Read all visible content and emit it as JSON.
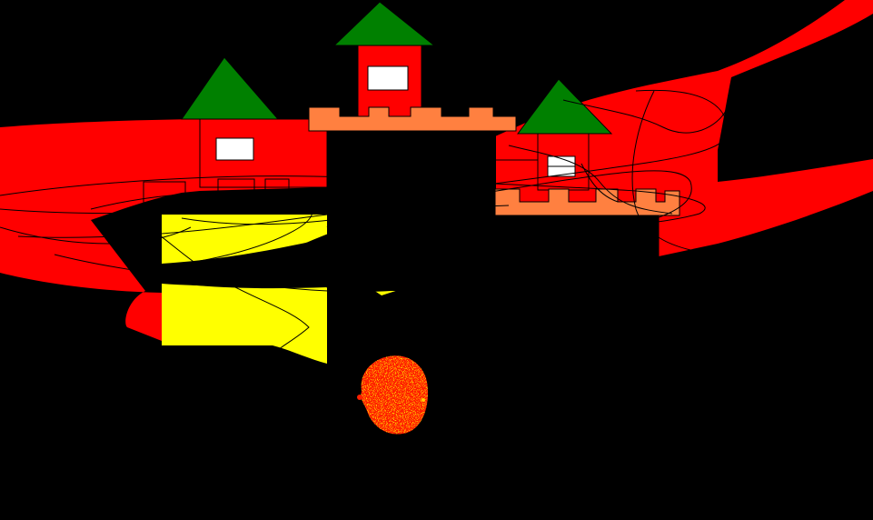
{
  "drawing": {
    "background": "#000000",
    "colors": {
      "red": "#ff0000",
      "yellow": "#ffff00",
      "green": "#008000",
      "orange": "#ff8040",
      "white": "#ffffff",
      "black": "#000000"
    },
    "objects": [
      "red-flame-shape",
      "yellow-shape",
      "castle-left-tower",
      "castle-center-tower",
      "castle-right-tower",
      "castle-battlements",
      "scribble-lines",
      "red-splatter-blob"
    ]
  }
}
